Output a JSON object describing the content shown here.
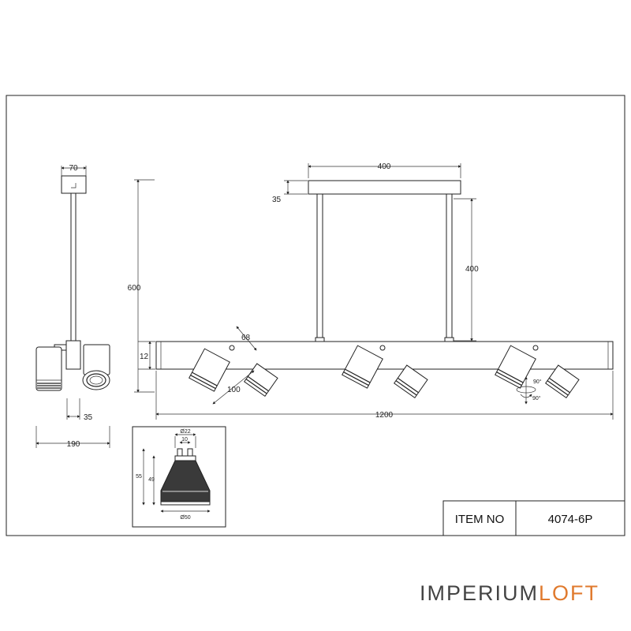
{
  "title_block": {
    "label": "ITEM NO",
    "value": "4074-6P"
  },
  "brand": {
    "part1": "IMPERIUM",
    "part2": "LOFT",
    "color_dark": "#444444",
    "color_accent": "#e07a2e"
  },
  "dimensions": {
    "canopy_width": "70",
    "total_height": "600",
    "side_offset": "35",
    "side_depth": "190",
    "base_length": "400",
    "base_thickness": "35",
    "rod_length": "400",
    "spot_width": "68",
    "bar_height": "12",
    "spot_length": "100",
    "bar_length": "1200"
  },
  "bulb_dimensions": {
    "pin_spacing_outer": "Ø22",
    "pin_spacing_inner": "10",
    "height_total": "55",
    "height_body": "49",
    "diameter": "Ø50"
  },
  "rotation": {
    "vertical": "90°",
    "horizontal": "90°"
  }
}
